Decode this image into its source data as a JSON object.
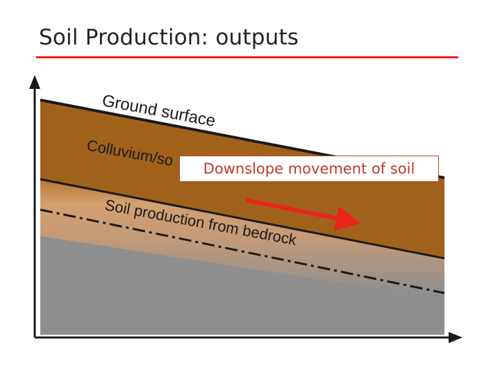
{
  "slide": {
    "title": "Soil Production: outputs",
    "accent_color": "#e8241b"
  },
  "diagram": {
    "labels": {
      "ground_surface": "Ground surface",
      "colluvium": "Colluvium/so",
      "soil_production": "Soil production from bedrock"
    },
    "colors": {
      "soil": "#a0621b",
      "bedrock": "#8e8e8e",
      "transition": "#d09a68",
      "arrow": "#e8241b"
    },
    "callout": {
      "text": "Downslope movement of soil",
      "color": "#c0392b"
    }
  }
}
